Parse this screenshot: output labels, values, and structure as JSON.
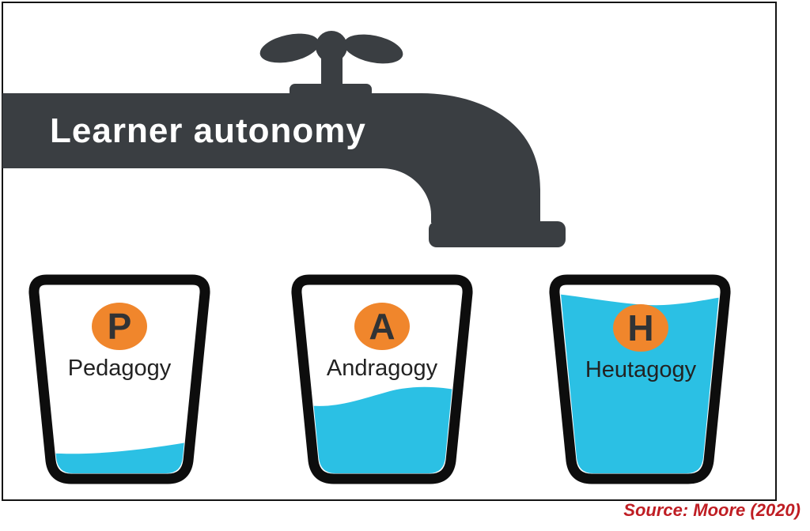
{
  "diagram": {
    "tap_label": "Learner autonomy",
    "cups": [
      {
        "letter": "P",
        "label": "Pedagogy",
        "fill_percent": 15
      },
      {
        "letter": "A",
        "label": "Andragogy",
        "fill_percent": 45
      },
      {
        "letter": "H",
        "label": "Heutagogy",
        "fill_percent": 95
      }
    ],
    "source": "Source: Moore (2020)",
    "colors": {
      "pipe": "#3a3e42",
      "water": "#2bc0e4",
      "badge": "#f0862c",
      "cup_outline": "#0d0d0d",
      "tap_text": "#ffffff",
      "source_text": "#bf1d23"
    }
  }
}
